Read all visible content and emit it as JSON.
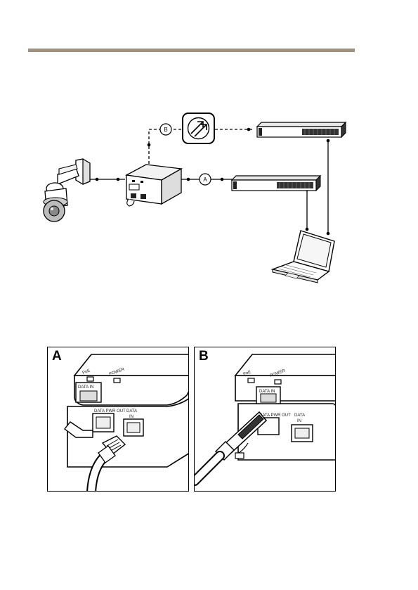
{
  "header_rule": {
    "color": "#a09080"
  },
  "diagram": {
    "callouts": {
      "a": "A",
      "b": "B"
    },
    "icons": {
      "camera": "ptz-dome-camera-icon",
      "midspan": "poe-midspan-icon",
      "network": "network-router-icon",
      "switch_top": "network-switch-icon",
      "switch_bottom": "network-switch-icon",
      "laptop": "laptop-icon"
    },
    "link_styles": {
      "a": "solid",
      "b": "dashed"
    }
  },
  "panels": [
    {
      "letter": "A",
      "labels": {
        "poe": "PoE",
        "power": "POWER",
        "data_in": "DATA IN",
        "data_pwr_out": "DATA PWR OUT",
        "data": "DATA",
        "in": "IN"
      }
    },
    {
      "letter": "B",
      "labels": {
        "poe": "PoE",
        "power": "POWER",
        "data_in": "DATA IN",
        "data_pwr_out": "DATA PWR OUT",
        "data": "DATA",
        "in": "IN"
      }
    }
  ]
}
